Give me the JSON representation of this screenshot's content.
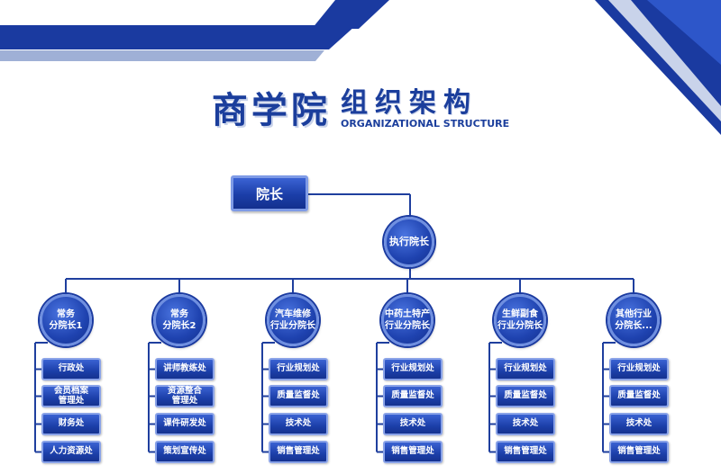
{
  "title": {
    "main": "商学院",
    "sub_cn": "组织架构",
    "sub_en": "ORGANIZATIONAL STRUCTURE"
  },
  "dean": "院长",
  "executive_dean": "执行院长",
  "branches": [
    {
      "name": "常务\n分院长1",
      "departments": [
        "行政处",
        "会员档案\n管理处",
        "财务处",
        "人力资源处"
      ]
    },
    {
      "name": "常务\n分院长2",
      "departments": [
        "讲师教练处",
        "资源整合\n管理处",
        "课件研发处",
        "策划宣传处"
      ]
    },
    {
      "name": "汽车维修\n行业分院长",
      "departments": [
        "行业规划处",
        "质量监督处",
        "技术处",
        "销售管理处"
      ]
    },
    {
      "name": "中药土特产\n行业分院长",
      "departments": [
        "行业规划处",
        "质量监督处",
        "技术处",
        "销售管理处"
      ]
    },
    {
      "name": "生鲜副食\n行业分院长",
      "departments": [
        "行业规划处",
        "质量监督处",
        "技术处",
        "销售管理处"
      ]
    },
    {
      "name": "其他行业\n分院长...",
      "departments": [
        "行业规划处",
        "质量监督处",
        "技术处",
        "销售管理处"
      ]
    }
  ],
  "colors": {
    "primary": "#1b3ea8",
    "dark": "#13308e",
    "light": "#7f9be6",
    "line": "#1f3f9e"
  }
}
